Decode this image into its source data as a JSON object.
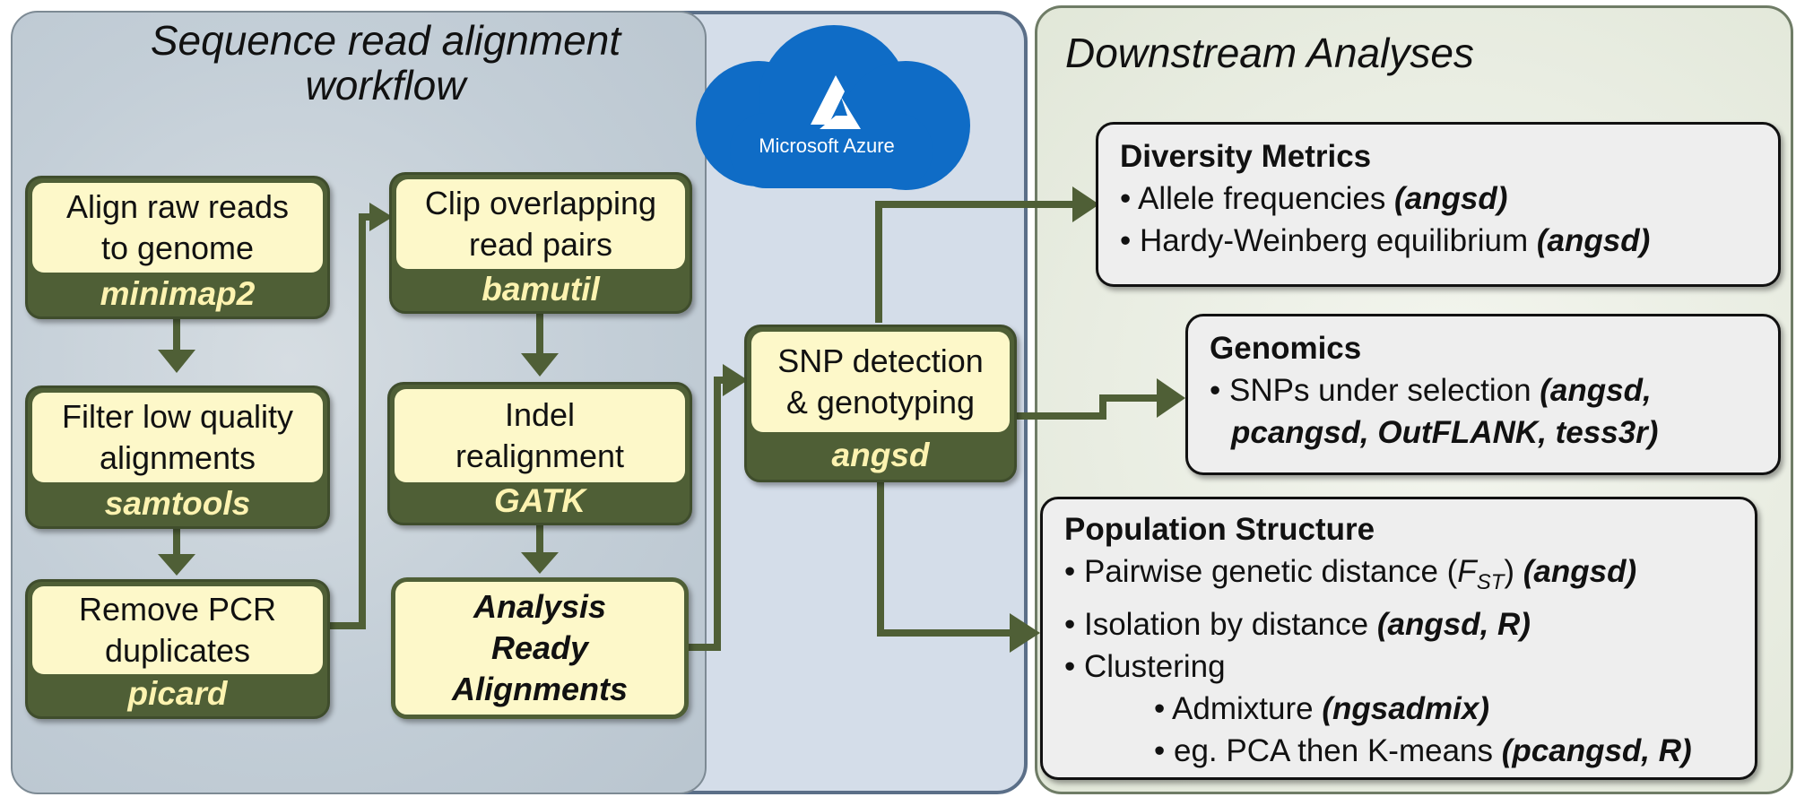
{
  "workflow": {
    "title_line1": "Sequence read alignment",
    "title_line2": "workflow"
  },
  "azure": {
    "label": "Microsoft Azure"
  },
  "steps": {
    "align": {
      "line1": "Align raw reads",
      "line2": "to genome",
      "tool": "minimap2"
    },
    "filter": {
      "line1": "Filter low quality",
      "line2": "alignments",
      "tool": "samtools"
    },
    "remove": {
      "line1": "Remove PCR",
      "line2": "duplicates",
      "tool": "picard"
    },
    "clip": {
      "line1": "Clip overlapping",
      "line2": "read pairs",
      "tool": "bamutil"
    },
    "indel": {
      "line1": "Indel",
      "line2": "realignment",
      "tool": "GATK"
    },
    "ready": {
      "line1": "Analysis",
      "line2": "Ready",
      "line3": "Alignments"
    },
    "snp": {
      "line1": "SNP detection",
      "line2": "& genotyping",
      "tool": "angsd"
    }
  },
  "downstream": {
    "title": "Downstream Analyses",
    "diversity": {
      "heading": "Diversity Metrics",
      "items": [
        {
          "text": "• Allele frequencies ",
          "tool": "(angsd)"
        },
        {
          "text": "• Hardy-Weinberg equilibrium ",
          "tool": "(angsd)"
        }
      ]
    },
    "genomics": {
      "heading": "Genomics",
      "item_text": "• SNPs under selection ",
      "item_tool1": "(angsd,",
      "item_tool2": "pcangsd, OutFLANK, tess3r)"
    },
    "population": {
      "heading": "Population Structure",
      "fst_prefix": "• Pairwise genetic distance (",
      "fst_F": "F",
      "fst_sub": "ST",
      "fst_suffix": ") ",
      "fst_tool": "(angsd)",
      "ibd_text": "• Isolation by distance ",
      "ibd_tool": "(angsd, R)",
      "clustering": "• Clustering",
      "admix_text": "• Admixture ",
      "admix_tool": "(ngsadmix)",
      "pca_text": "• eg. PCA then K-means ",
      "pca_tool": "(pcangsd, R)"
    }
  },
  "colors": {
    "arrow": "#4f5f36",
    "step_fill": "#fdf8c9",
    "step_band": "#4f5f36",
    "tool_text": "#fdf3b0",
    "azure_cloud": "#0f6cc6"
  }
}
